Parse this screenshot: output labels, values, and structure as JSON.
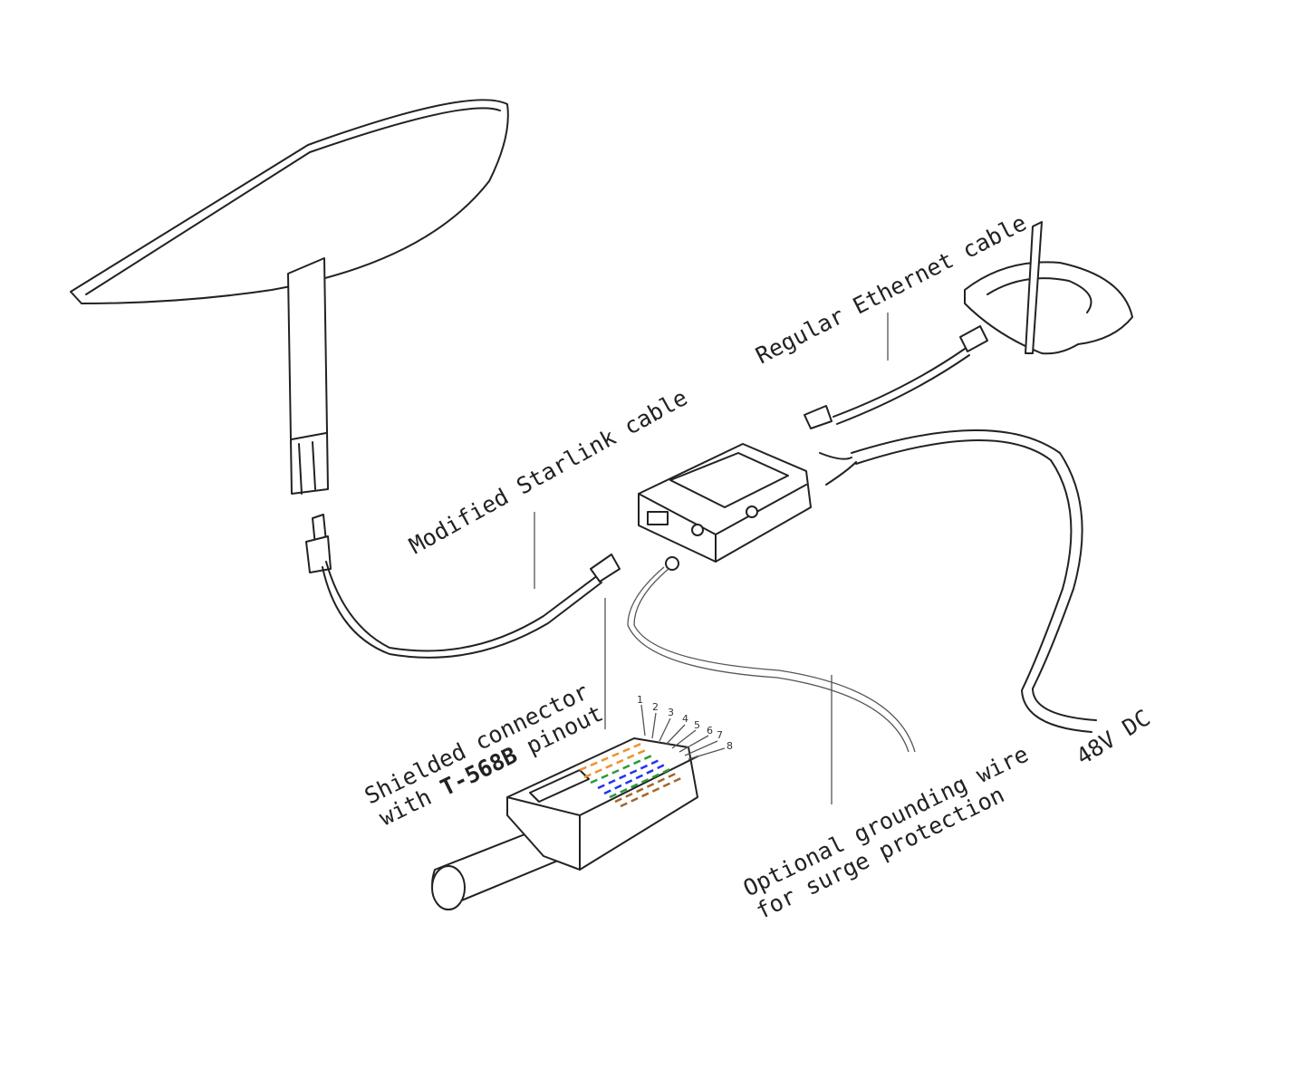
{
  "labels": {
    "ethernet": "Regular Ethernet cable",
    "starlink": "Modified Starlink cable",
    "connector_line1": "Shielded connector",
    "connector_line2_prefix": "with ",
    "connector_line2_bold": "T-568B",
    "connector_line2_suffix": " pinout",
    "ground_line1": "Optional grounding wire",
    "ground_line2": "for surge protection",
    "power": "48V DC"
  },
  "pins": [
    "1",
    "2",
    "3",
    "4",
    "5",
    "6",
    "7",
    "8"
  ],
  "colors": {
    "line": "#222222",
    "orange": "#f0902a",
    "green": "#2a9a3a",
    "blue": "#2233ee",
    "brown": "#a0682a"
  }
}
